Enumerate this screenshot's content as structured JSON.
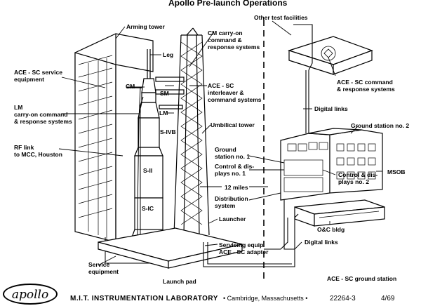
{
  "title": "Apollo Pre-launch Operations",
  "labels": {
    "arming_tower": "Arming tower",
    "cm_carry_on": "CM carry-on\ncommand &\nresponse systems",
    "leg": "Leg",
    "other_test": "Other test facilities",
    "ace_sc_service": "ACE - SC service\nequipment",
    "cm": "CM",
    "sm": "SM",
    "lm": "LM",
    "ace_sc_interleaver": "ACE - SC\ninterleaver &\ncommand systems",
    "ace_sc_command": "ACE - SC command\n& response systems",
    "lm_carry_on": "LM\ncarry-on command\n& response systems",
    "s_ivb": "S-IVB",
    "umbilical_tower": "Umbilical tower",
    "digital_links_top": "Digital links",
    "ground_station_2": "Ground station no. 2",
    "rf_link": "RF link\nto MCC, Houston",
    "ground_station_1": "Ground\nstation no. 1",
    "control_displays_1": "Control & dis-\nplays no. 1",
    "control_displays_2": "Control & dis-\nplays no. 2",
    "msob": "MSOB",
    "s_ii": "S-II",
    "twelve_miles": "12 miles",
    "distribution_system": "Distribution\nsystem",
    "s_ic": "S-IC",
    "launcher": "Launcher",
    "oc_bldg": "O&C bldg",
    "servicing_equip": "Servicing equip\nACE - SC adapter",
    "digital_links_bottom": "Digital links",
    "service_equipment": "Service\nequipment",
    "launch_pad": "Launch pad",
    "ace_sc_ground_station": "ACE - SC ground station"
  },
  "footer": {
    "logo_text": "apollo",
    "lab": "M.I.T. INSTRUMENTATION LABORATORY",
    "location": "• Cambridge, Massachusetts •",
    "number": "22264-3",
    "date": "4/69"
  }
}
